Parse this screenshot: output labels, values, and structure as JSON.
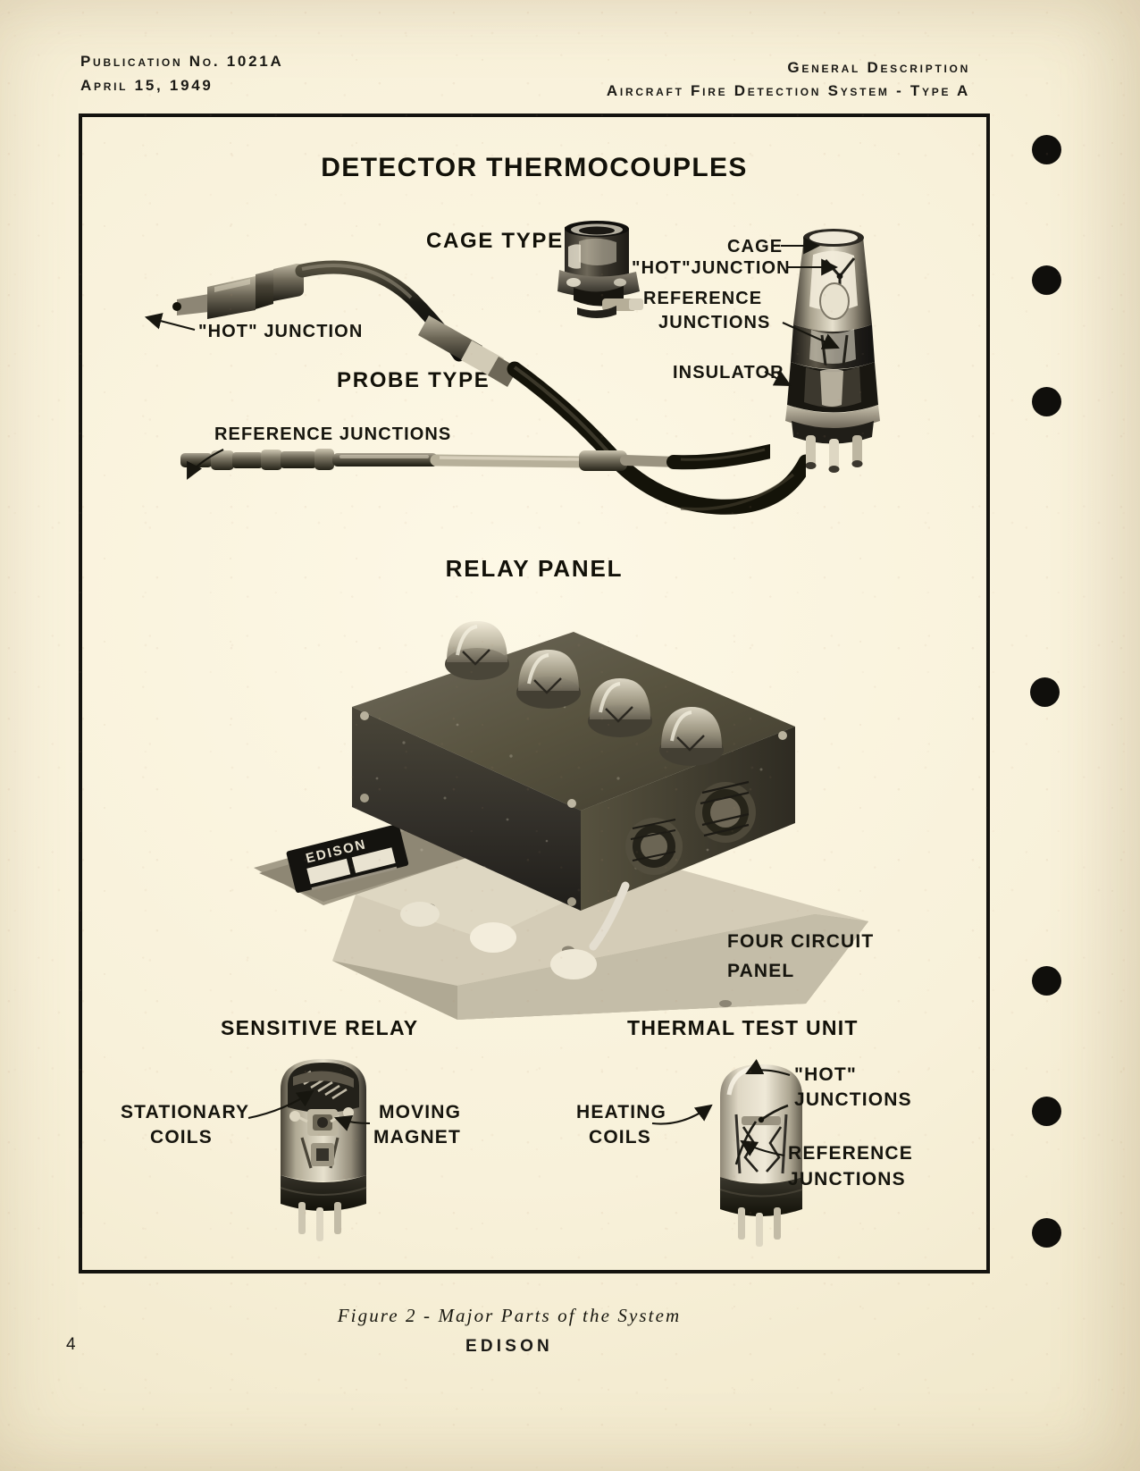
{
  "header": {
    "left_line1": "Publication No. 1021A",
    "left_line2": "April 15, 1949",
    "right_line1": "General Description",
    "right_line2": "Aircraft Fire Detection System - Type A"
  },
  "figure": {
    "title": "DETECTOR THERMOCOUPLES",
    "sections": {
      "cage_type": "CAGE TYPE",
      "probe_type": "PROBE TYPE",
      "relay_panel": "RELAY PANEL",
      "sensitive_relay": "SENSITIVE RELAY",
      "thermal_test_unit": "THERMAL TEST UNIT"
    },
    "callouts": {
      "cage": "CAGE",
      "hot_junction_cage": "\"HOT\"JUNCTION",
      "reference_junctions_cage_l1": "REFERENCE",
      "reference_junctions_cage_l2": "JUNCTIONS",
      "insulator": "INSULATOR",
      "hot_junction_probe": "\"HOT\" JUNCTION",
      "reference_junctions_probe": "REFERENCE  JUNCTIONS",
      "four_circuit_panel_l1": "FOUR CIRCUIT",
      "four_circuit_panel_l2": "PANEL",
      "stationary_coils_l1": "STATIONARY",
      "stationary_coils_l2": "COILS",
      "moving_magnet_l1": "MOVING",
      "moving_magnet_l2": "MAGNET",
      "heating_coils_l1": "HEATING",
      "heating_coils_l2": "COILS",
      "hot_junctions_l1": "\"HOT\"",
      "hot_junctions_l2": "JUNCTIONS",
      "reference_junctions_ttu_l1": "REFERENCE",
      "reference_junctions_ttu_l2": "JUNCTIONS"
    },
    "nameplate_brand": "EDISON"
  },
  "caption": "Figure 2 - Major Parts of the System",
  "footer": {
    "page_number": "4",
    "brand": "EDISON"
  },
  "colors": {
    "paper": "#f5eed6",
    "ink": "#14130f",
    "photo_dark": "#1c1a15",
    "photo_mid": "#7d786a",
    "photo_light": "#cfc8b4"
  },
  "punch_holes": {
    "count": 7,
    "label": "binder-punch-hole"
  }
}
